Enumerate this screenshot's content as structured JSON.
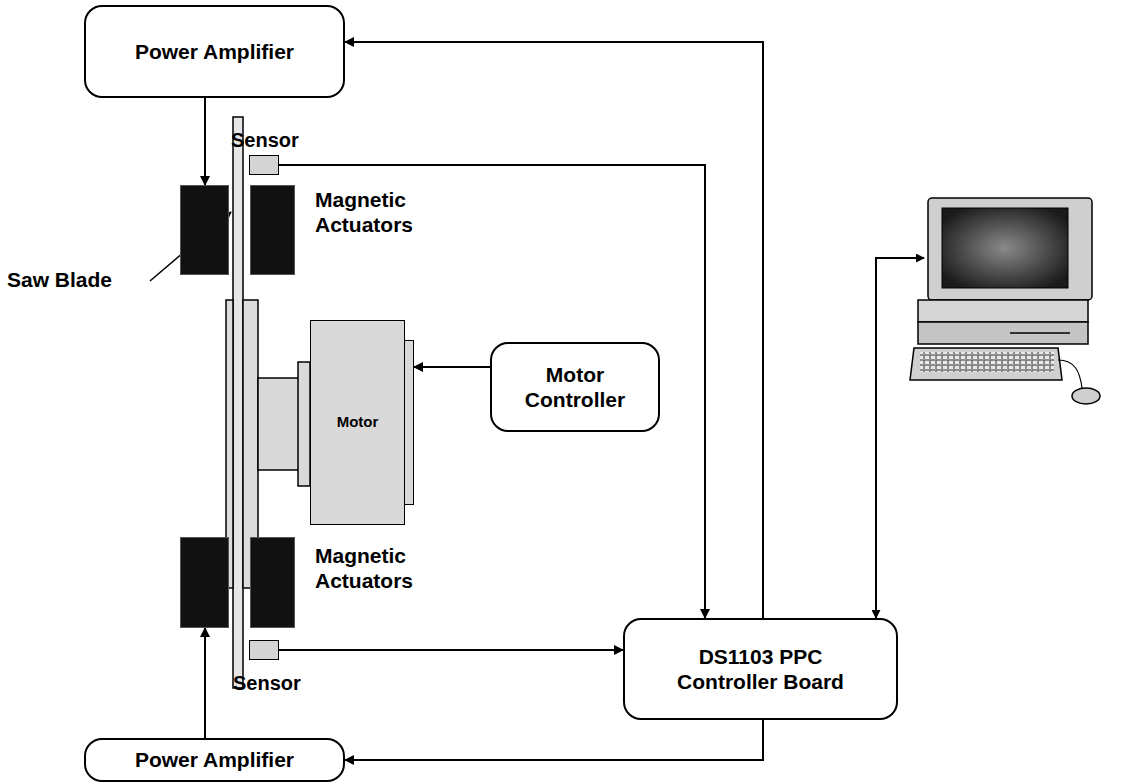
{
  "diagram": {
    "nodes": [
      {
        "text": [
          "Power Amplifier"
        ]
      },
      {
        "text": [
          "Sensor"
        ]
      },
      {
        "text": [
          "Magnetic Actuators"
        ]
      },
      {
        "text": [
          "Motor"
        ]
      },
      {
        "text": [
          "Motor Controller"
        ]
      },
      {
        "text": [
          "Magnetic Actuators"
        ]
      },
      {
        "text": [
          "Sensor"
        ]
      },
      {
        "text": [
          "DS1103 PPC Controller Board"
        ]
      },
      {
        "text": [
          "Power Amplifier"
        ]
      }
    ],
    "edges": [
      {
        "from": 7,
        "to": 0,
        "arrow": "to"
      },
      {
        "from": 0,
        "to": 2,
        "arrow": "to"
      },
      {
        "from": 1,
        "to": 7,
        "arrow": "to"
      },
      {
        "from": 4,
        "to": 3,
        "arrow": "to"
      },
      {
        "from": 6,
        "to": 7,
        "arrow": "to"
      },
      {
        "from": 7,
        "to": 8,
        "arrow": "to"
      },
      {
        "from": 8,
        "to": 5,
        "arrow": "to"
      }
    ],
    "labels": [
      "Saw Blade"
    ]
  }
}
